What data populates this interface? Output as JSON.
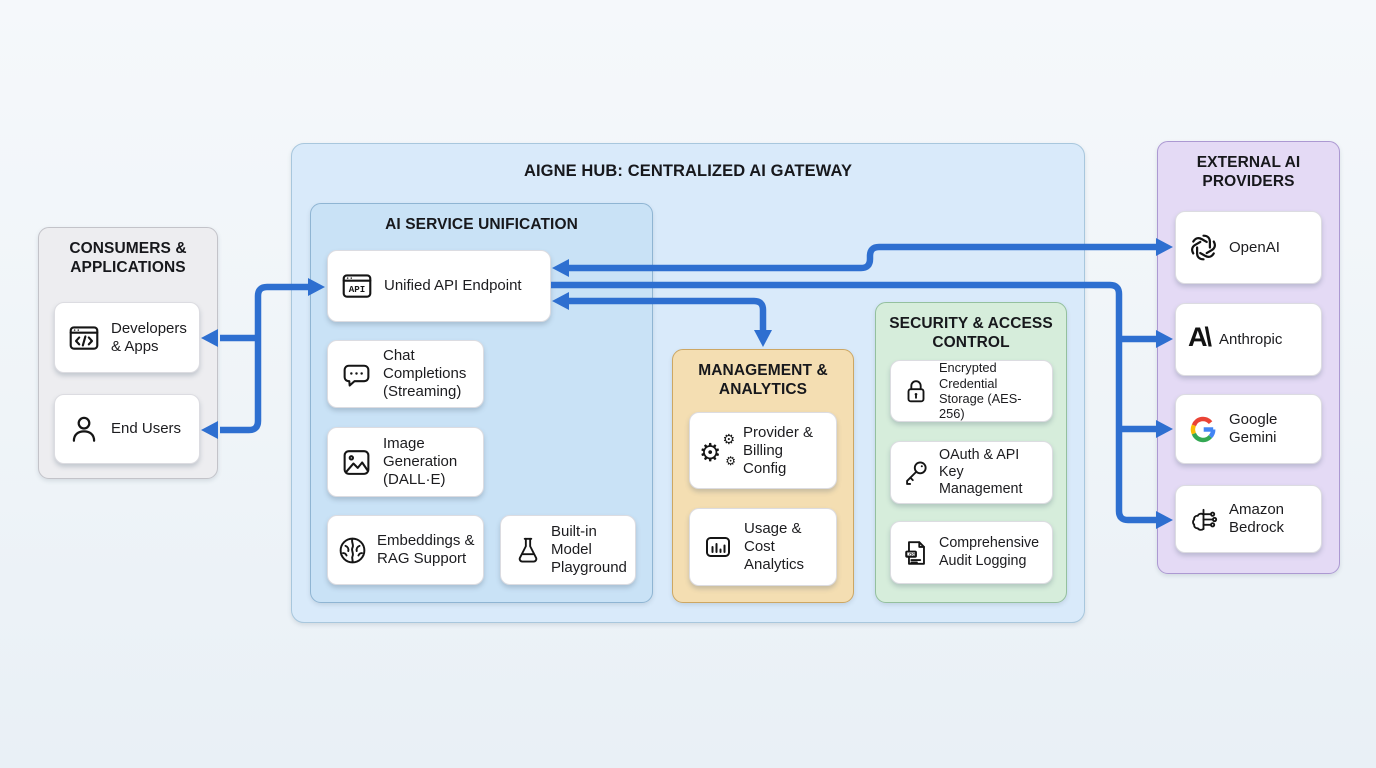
{
  "diagram": {
    "title": "AIGNE HUB: CENTRALIZED AI GATEWAY",
    "groups": {
      "consumers": {
        "title": "CONSUMERS & APPLICATIONS",
        "items": [
          {
            "label": "Developers & Apps",
            "icon": "code-window-icon"
          },
          {
            "label": "End Users",
            "icon": "user-icon"
          }
        ]
      },
      "unification": {
        "title": "AI SERVICE UNIFICATION",
        "items": [
          {
            "label": "Unified API Endpoint",
            "icon": "api-window-icon"
          },
          {
            "label": "Chat Completions (Streaming)",
            "icon": "chat-bubble-icon"
          },
          {
            "label": "Image Generation (DALL·E)",
            "icon": "image-icon"
          },
          {
            "label": "Embeddings & RAG Support",
            "icon": "brain-icon"
          },
          {
            "label": "Built-in Model Playground",
            "icon": "flask-icon"
          }
        ]
      },
      "management": {
        "title": "MANAGEMENT & ANALYTICS",
        "items": [
          {
            "label": "Provider & Billing Config",
            "icon": "gears-icon"
          },
          {
            "label": "Usage & Cost Analytics",
            "icon": "bar-chart-icon"
          }
        ]
      },
      "security": {
        "title": "SECURITY & ACCESS CONTROL",
        "items": [
          {
            "label": "Encrypted Credential Storage (AES-256)",
            "icon": "lock-icon"
          },
          {
            "label": "OAuth & API Key Management",
            "icon": "key-icon"
          },
          {
            "label": "Comprehensive Audit Logging",
            "icon": "log-document-icon"
          }
        ]
      },
      "providers": {
        "title": "EXTERNAL AI PROVIDERS",
        "items": [
          {
            "label": "OpenAI",
            "icon": "openai-logo-icon"
          },
          {
            "label": "Anthropic",
            "icon": "anthropic-logo-icon"
          },
          {
            "label": "Google Gemini",
            "icon": "google-g-icon"
          },
          {
            "label": "Amazon Bedrock",
            "icon": "bedrock-brain-circuit-icon"
          }
        ]
      }
    },
    "anthropic_glyph": "A\\",
    "colors": {
      "arrow": "#2e6fd0",
      "gateway_fill": "#d9eafa",
      "unification_fill": "#c9e2f6",
      "management_fill": "#f4deb2",
      "security_fill": "#d6eddb",
      "providers_fill": "#e4daf5",
      "consumers_fill": "#ededf0",
      "google_blue": "#4285f4",
      "google_red": "#ea4335",
      "google_yellow": "#fbbc05",
      "google_green": "#34a853"
    }
  }
}
